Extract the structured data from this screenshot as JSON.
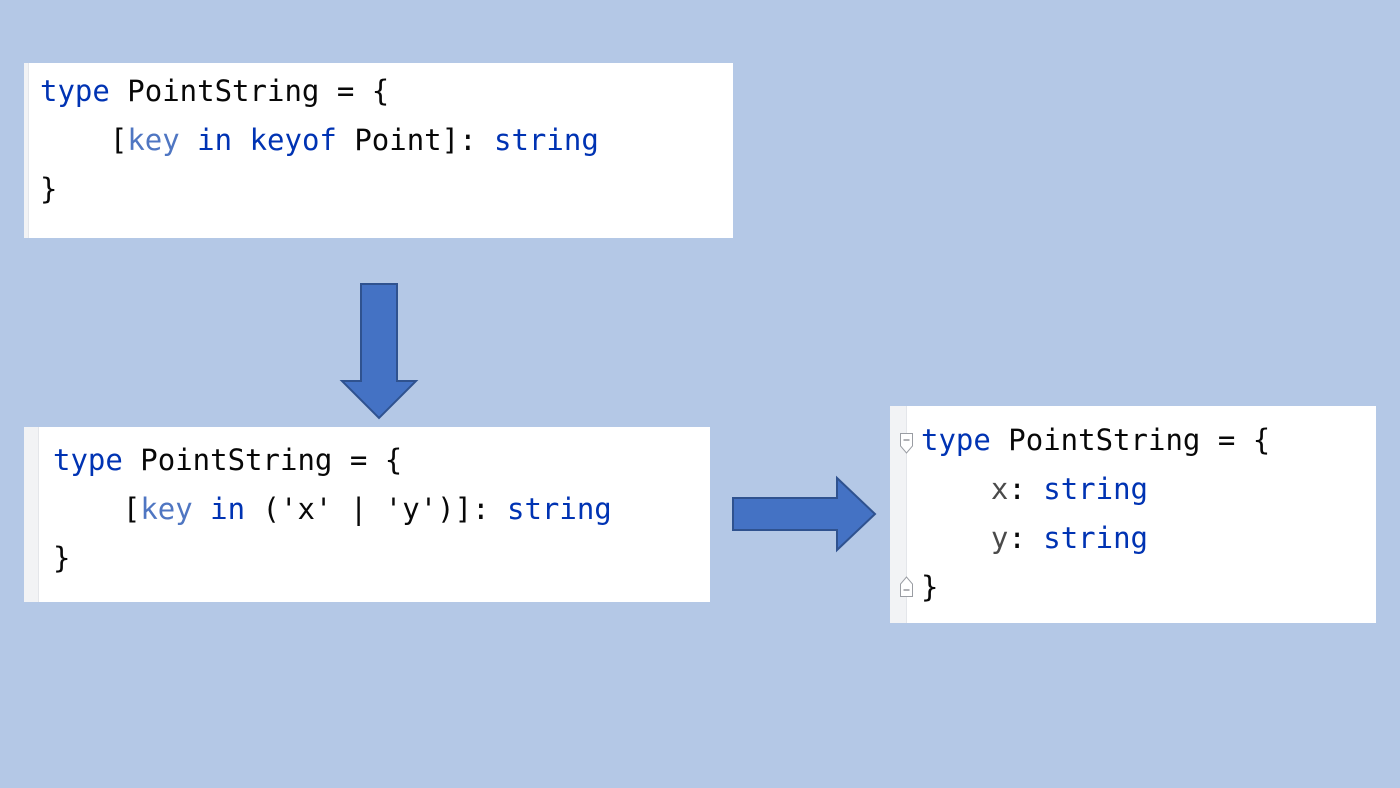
{
  "panels": [
    {
      "lines": [
        [
          {
            "t": "type",
            "c": "kw"
          },
          {
            "t": " PointString = {",
            "c": "plain"
          }
        ],
        [
          {
            "t": "    [",
            "c": "plain"
          },
          {
            "t": "key",
            "c": "var"
          },
          {
            "t": " ",
            "c": "plain"
          },
          {
            "t": "in",
            "c": "kw"
          },
          {
            "t": " ",
            "c": "plain"
          },
          {
            "t": "keyof",
            "c": "kw"
          },
          {
            "t": " Point]: ",
            "c": "plain"
          },
          {
            "t": "string",
            "c": "kw"
          }
        ],
        [
          {
            "t": "}",
            "c": "plain"
          }
        ]
      ]
    },
    {
      "lines": [
        [
          {
            "t": "type",
            "c": "kw"
          },
          {
            "t": " PointString = {",
            "c": "plain"
          }
        ],
        [
          {
            "t": "    [",
            "c": "plain"
          },
          {
            "t": "key",
            "c": "var"
          },
          {
            "t": " ",
            "c": "plain"
          },
          {
            "t": "in",
            "c": "kw"
          },
          {
            "t": " ('x' | 'y')]: ",
            "c": "plain"
          },
          {
            "t": "string",
            "c": "kw"
          }
        ],
        [
          {
            "t": "}",
            "c": "plain"
          }
        ]
      ]
    },
    {
      "lines": [
        [
          {
            "t": "type",
            "c": "kw"
          },
          {
            "t": " PointString = {",
            "c": "plain"
          }
        ],
        [
          {
            "t": "    ",
            "c": "plain"
          },
          {
            "t": "x",
            "c": "prop"
          },
          {
            "t": ": ",
            "c": "plain"
          },
          {
            "t": "string",
            "c": "kw"
          }
        ],
        [
          {
            "t": "    ",
            "c": "plain"
          },
          {
            "t": "y",
            "c": "prop"
          },
          {
            "t": ": ",
            "c": "plain"
          },
          {
            "t": "string",
            "c": "kw"
          }
        ],
        [
          {
            "t": "}",
            "c": "plain"
          }
        ]
      ]
    }
  ],
  "colors": {
    "background": "#b4c8e6",
    "arrow_fill": "#4472c4",
    "arrow_stroke": "#2f528f",
    "keyword": "#0033b3",
    "variable": "#4f76c2",
    "property": "#4a4a4a",
    "text": "#080808"
  }
}
